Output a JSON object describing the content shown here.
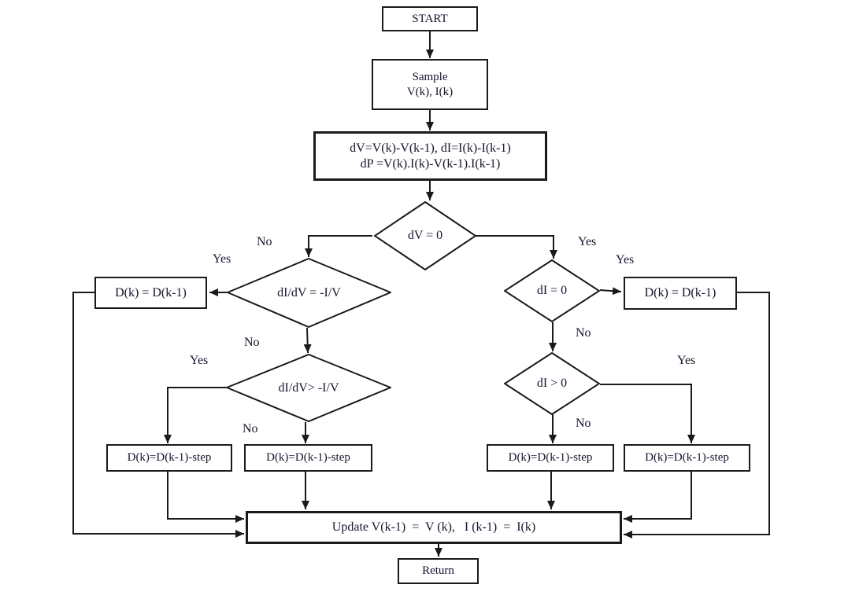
{
  "diagram": {
    "description": "Incremental conductance MPPT algorithm flowchart",
    "nodes": {
      "start": {
        "label": "START"
      },
      "sample": {
        "line1": "Sample",
        "line2": "V(k), I(k)"
      },
      "calc": {
        "line1": "dV=V(k)-V(k-1), dI=I(k)-I(k-1)",
        "line2": "dP =V(k).I(k)-V(k-1).I(k-1)"
      },
      "dv_zero": {
        "label": "dV = 0"
      },
      "didv_eq": {
        "label": "dI/dV = -I/V"
      },
      "di_zero": {
        "label": "dI = 0"
      },
      "hold_left": {
        "label": "D(k) = D(k-1)"
      },
      "hold_right": {
        "label": "D(k) = D(k-1)"
      },
      "didv_gt": {
        "label": "dI/dV> -I/V"
      },
      "di_gt": {
        "label": "dI > 0"
      },
      "step1": {
        "label": "D(k)=D(k-1)-step"
      },
      "step2": {
        "label": "D(k)=D(k-1)-step"
      },
      "step3": {
        "label": "D(k)=D(k-1)-step"
      },
      "step4": {
        "label": "D(k)=D(k-1)-step"
      },
      "update": {
        "label": "Update V(k-1)  =  V (k),   I (k-1)  =  I(k)"
      },
      "return": {
        "label": "Return"
      }
    },
    "edge_labels": {
      "dv_no": "No",
      "dv_yes": "Yes",
      "didv_eq_yes": "Yes",
      "didv_eq_no": "No",
      "di_zero_yes": "Yes",
      "di_zero_no": "No",
      "didv_gt_yes": "Yes",
      "didv_gt_no": "No",
      "di_gt_yes": "Yes",
      "di_gt_no": "No"
    },
    "colors": {
      "line": "#1a1a1a",
      "text": "#15152e",
      "background": "#ffffff"
    }
  }
}
